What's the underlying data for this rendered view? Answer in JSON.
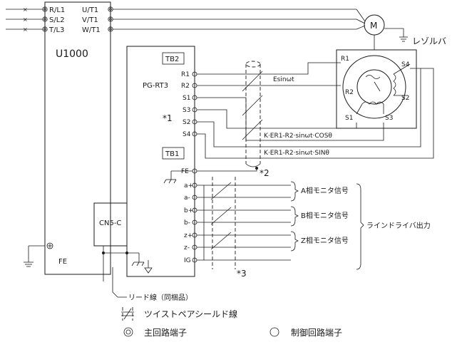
{
  "inverter": {
    "model": "U1000",
    "inputs": [
      "R/L1",
      "S/L2",
      "T/L3"
    ],
    "outputs": [
      "U/T1",
      "V/T1",
      "W/T1"
    ],
    "fe_label": "FE"
  },
  "motor": {
    "label": "M",
    "resolver_label": "レゾルバ"
  },
  "option_card": {
    "name": "PG-RT3",
    "tb2_label": "TB2",
    "tb1_label": "TB1",
    "tb2_terminals": [
      "R1",
      "R2",
      "S1",
      "S3",
      "S2",
      "S4"
    ],
    "tb1_terminals": [
      "FE",
      "a+",
      "a-",
      "b+",
      "b-",
      "z+",
      "z-",
      "IG"
    ],
    "connector": "CN5-C"
  },
  "resolver": {
    "r1": "R1",
    "r2": "R2",
    "s1": "S1",
    "s2": "S2",
    "s3": "S3",
    "s4": "S4"
  },
  "signals": {
    "excitation": "Esinωt",
    "cos_signal": "K·ER1-R2·sinωt·COSθ",
    "sin_signal": "K·ER1-R2·sinωt·SINθ"
  },
  "notes": {
    "note1": "*1",
    "note2": "*2",
    "note3": "*3"
  },
  "monitor": {
    "a_phase": "A相モニタ信号",
    "b_phase": "B相モニタ信号",
    "z_phase": "Z相モニタ信号",
    "line_driver": "ラインドライバ出力"
  },
  "lead_wire": "リード線（同梱品）",
  "legend": {
    "twisted_pair": "ツイストペアシールド線",
    "main_terminal": "主回路端子",
    "control_terminal": "制御回路端子"
  }
}
